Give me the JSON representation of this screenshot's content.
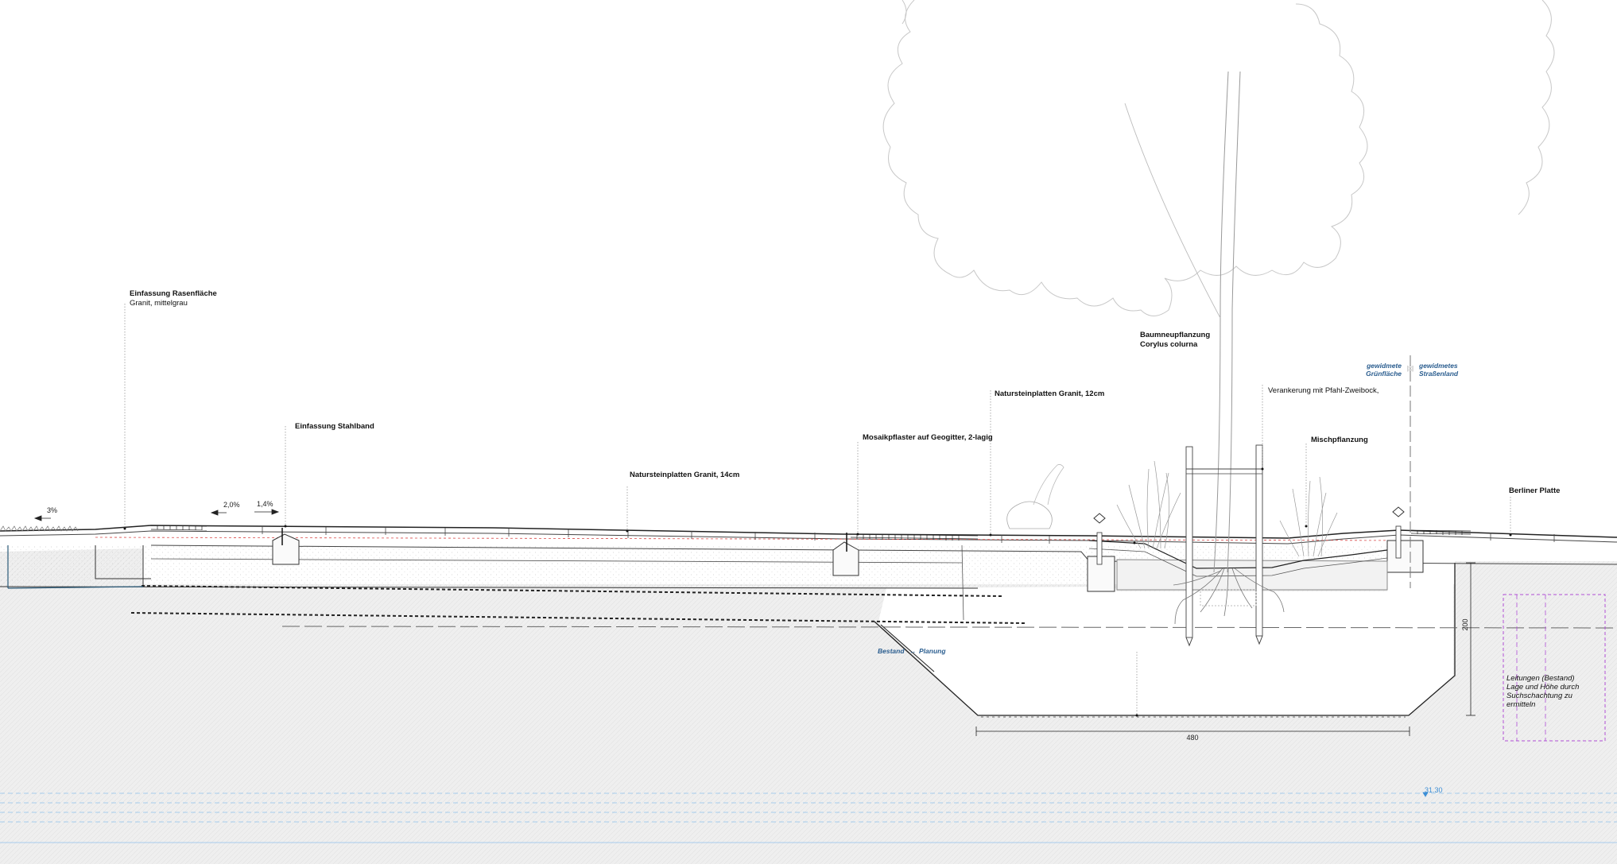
{
  "colors": {
    "ground_fill": "#f1f1f1",
    "line": "#222222",
    "blue_label": "#2a5d8f",
    "level_blue": "#3d8fd6",
    "cable_box": "#b04fd6",
    "red_dash": "#d94848"
  },
  "labels": {
    "einfassung_rasen_title": "Einfassung Rasenfläche",
    "einfassung_rasen_sub": "Granit, mittelgrau",
    "einfassung_stahlband": "Einfassung Stahlband",
    "naturstein_14": "Natursteinplatten Granit, 14cm",
    "mosaik": "Mosaikpflaster auf Geogitter, 2-lagig",
    "naturstein_12": "Natursteinplatten Granit, 12cm",
    "baum_line1": "Baumneupflanzung",
    "baum_line2": "Corylus colurna",
    "verankerung": "Verankerung mit Pfahl-Zweibock,",
    "mischpflanzung": "Mischpflanzung",
    "gewidmete_gruen_1": "gewidmete",
    "gewidmete_gruen_2": "Grünfläche",
    "gewidmetes_strasse_1": "gewidmetes",
    "gewidmetes_strasse_2": "Straßenland",
    "divider_symbol": "|x|",
    "berliner_platte": "Berliner Platte",
    "bestand": "Bestand",
    "planung": "Planung",
    "bestand_arrow": "↔",
    "leitungen_1": "Leitungen (Bestand)",
    "leitungen_2": "Lage und Höhe durch",
    "leitungen_3": "Suchschachtung zu",
    "leitungen_4": "ermitteln"
  },
  "dimensions": {
    "slope_left": "3%",
    "slope_a": "2,0%",
    "slope_b": "1,4%",
    "pit_width": "480",
    "pit_depth": "200",
    "water_level": "31.30"
  }
}
